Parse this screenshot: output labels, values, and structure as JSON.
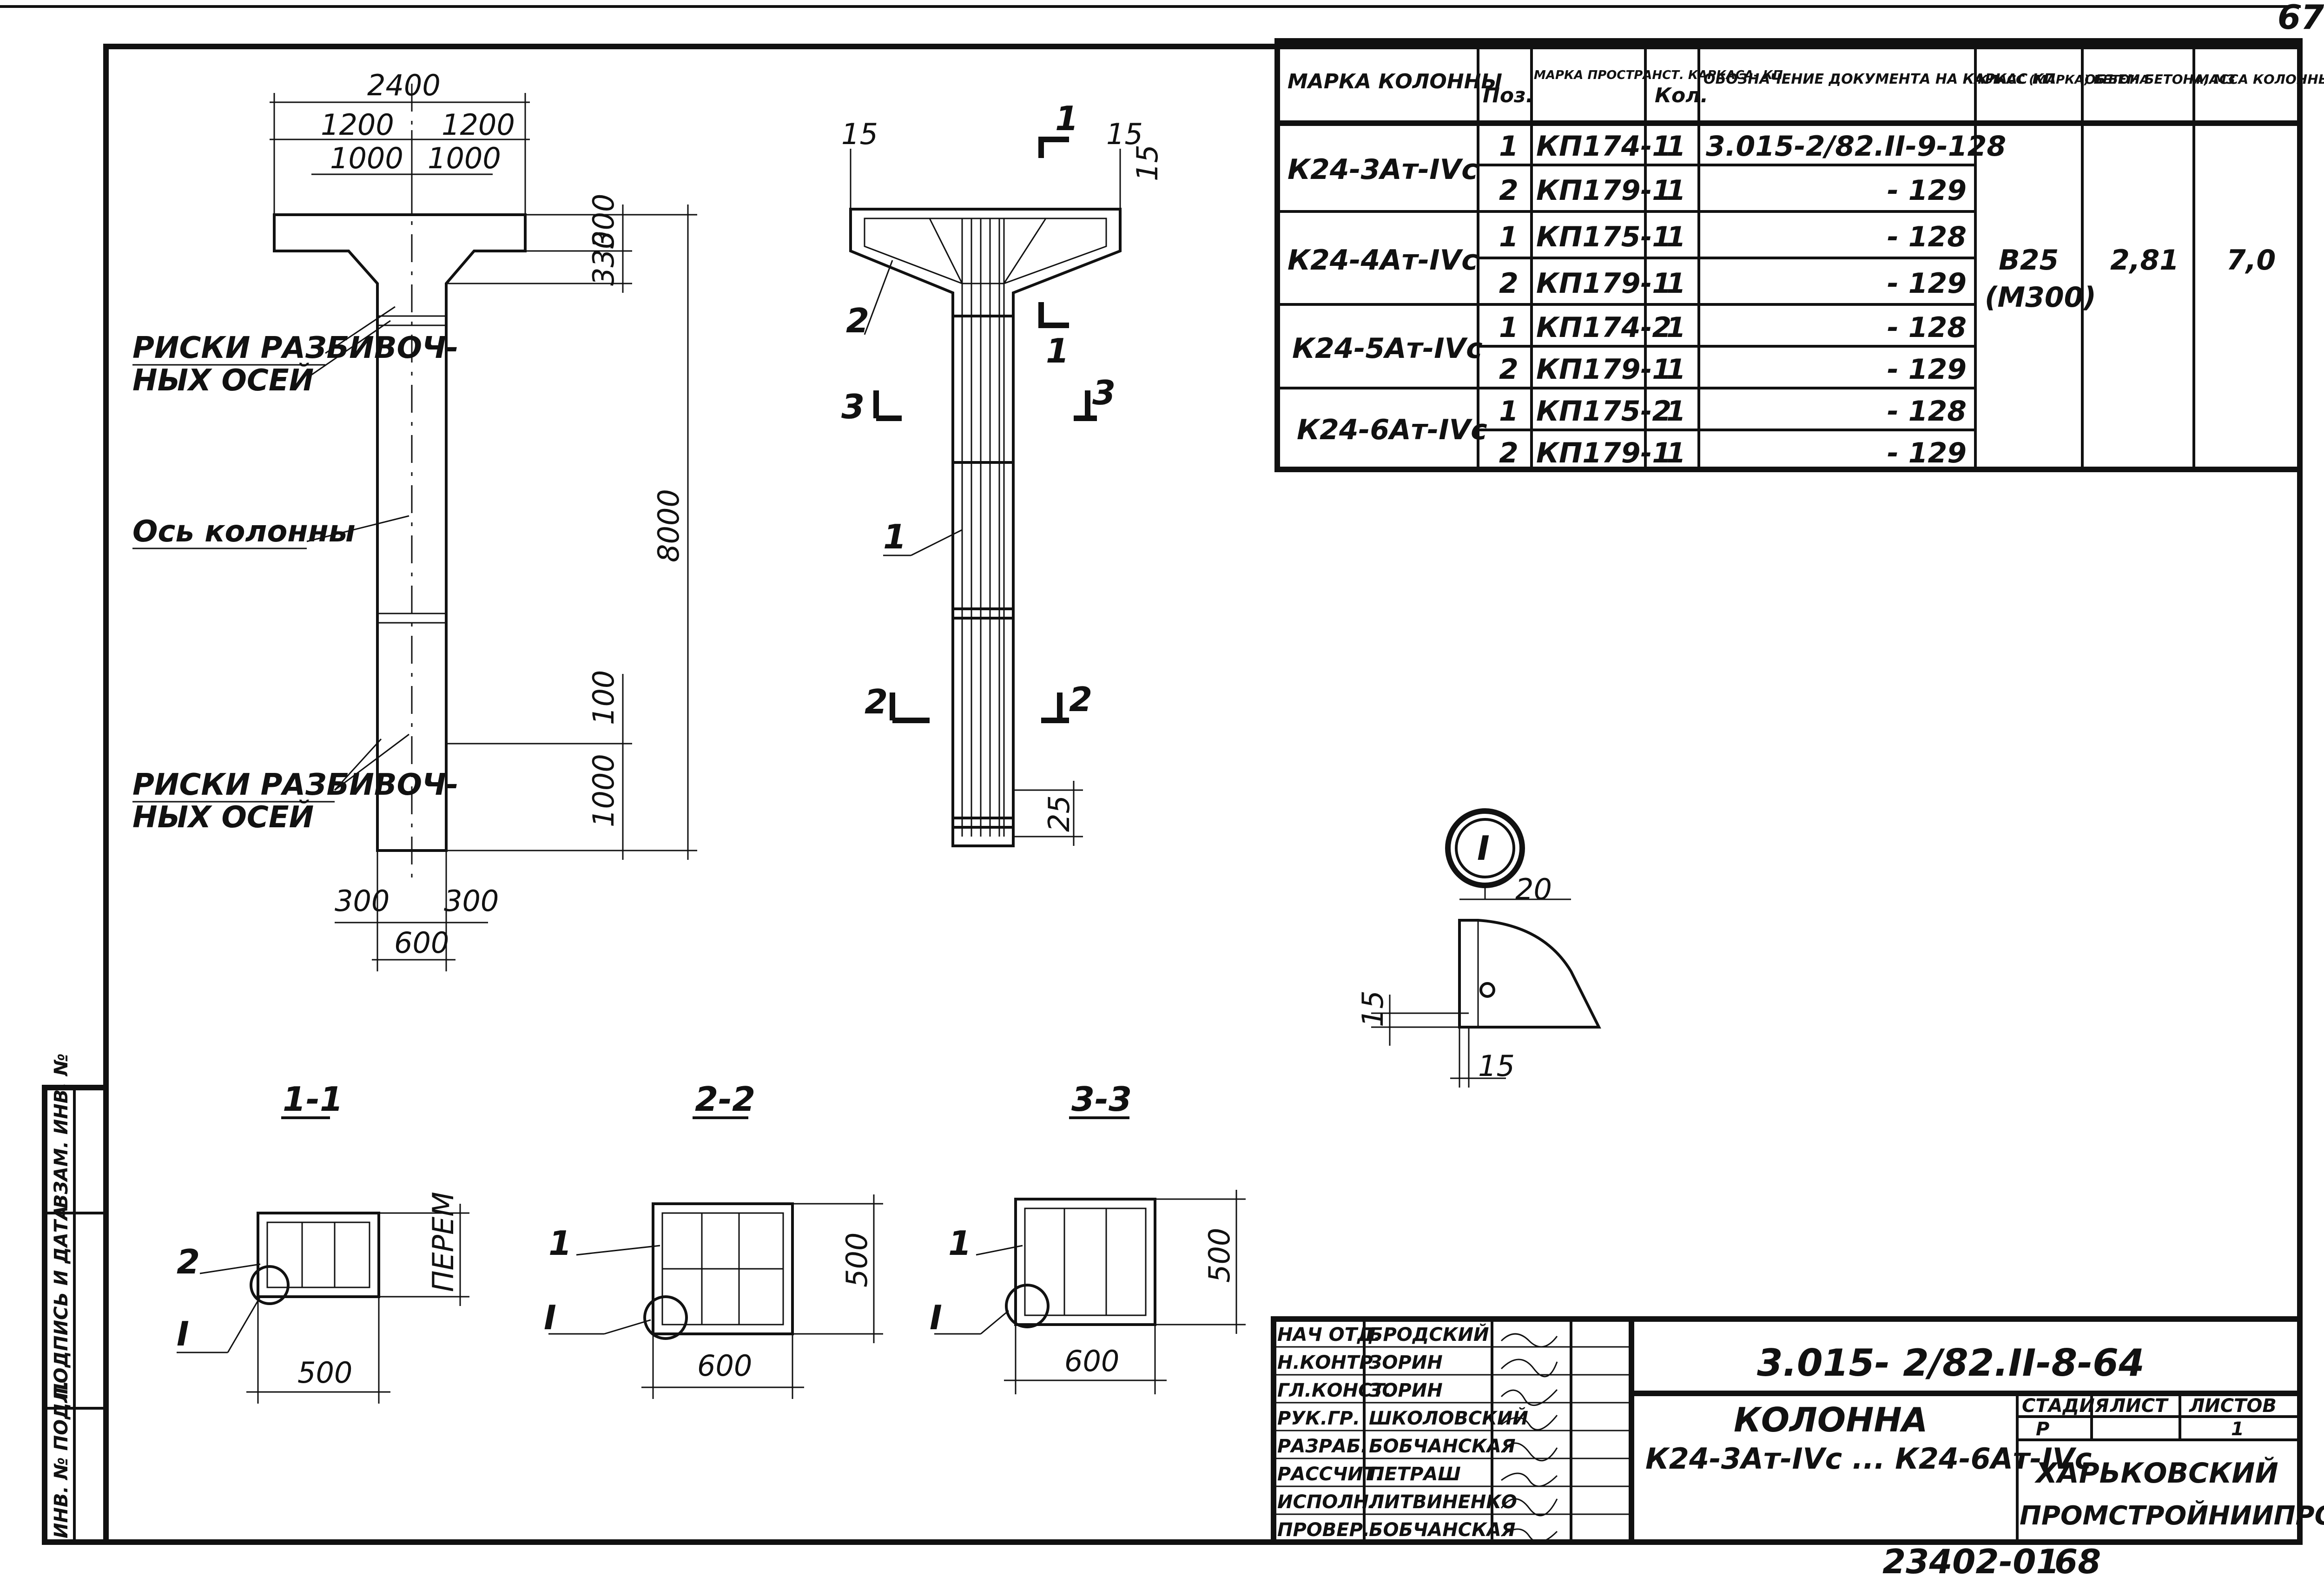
{
  "sheet": {
    "page_number": "67",
    "document_code": "3.015- 2/82.II-8-64",
    "archive_number": "23402-01",
    "archive_sheet": "68"
  },
  "elevation": {
    "dims": {
      "total_width": "2400",
      "half_left": "1200",
      "half_right": "1200",
      "inner_left": "1000",
      "inner_right": "1000",
      "cap_top": "300",
      "cap_slope": "330",
      "height": "8000",
      "mark_100": "100",
      "base_1000": "1000",
      "side_left": "300",
      "side_right": "300",
      "width_600": "600"
    },
    "labels": {
      "risks_top_1": "РИСКИ РАЗБИВОЧ-",
      "risks_top_2": "НЫХ ОСЕЙ",
      "axis": "Ось колонны",
      "risks_bot_1": "РИСКИ РАЗБИВОЧ-",
      "risks_bot_2": "НЫХ ОСЕЙ"
    }
  },
  "reinforcement": {
    "dim_15_left": "15",
    "dim_15_right": "15",
    "dim_15_side": "15",
    "cut_1_top": "1",
    "cut_1_bottom": "1",
    "pos_2": "2",
    "cut_3_left": "3",
    "cut_3_right": "3",
    "pos_1": "1",
    "cut_2_left": "2",
    "cut_2_right": "2",
    "dim_25": "25"
  },
  "detail": {
    "marker": "I",
    "dim_20": "20",
    "dim_15_a": "15",
    "dim_15_b": "15"
  },
  "sections": [
    {
      "title": "1-1",
      "width": "500",
      "height": "ПЕРЕМ",
      "pos": "2",
      "node": "I"
    },
    {
      "title": "2-2",
      "width": "600",
      "height": "500",
      "pos": "1",
      "node": "I"
    },
    {
      "title": "3-3",
      "width": "600",
      "height": "500",
      "pos": "1",
      "node": "I"
    }
  ],
  "spec_table": {
    "headers": {
      "mark": "МАРКА КОЛОННЫ",
      "pos": "Поз.",
      "frame": "МАРКА ПРОСТРАНСТ. КАРКАСА- КП",
      "qty": "Кол.",
      "doc": "ОБОЗНАЧЕНИЕ ДОКУМЕНТА НА КАРКАС КП",
      "class": "КЛАСС (МАРКА) БЕТОНА",
      "volume": "ОБЪЕМ БЕТОНА, М3",
      "mass": "МАССА КОЛОННЫ, Т"
    },
    "groups": [
      {
        "mark": "К24-3Ат-IVс",
        "rows": [
          {
            "pos": "1",
            "frame": "КП174-1",
            "qty": "1",
            "doc": "3.015-2/82.II-9-128"
          },
          {
            "pos": "2",
            "frame": "КП179-1",
            "qty": "1",
            "doc": "- 129"
          }
        ]
      },
      {
        "mark": "К24-4Ат-IVс",
        "rows": [
          {
            "pos": "1",
            "frame": "КП175-1",
            "qty": "1",
            "doc": "- 128"
          },
          {
            "pos": "2",
            "frame": "КП179-1",
            "qty": "1",
            "doc": "- 129"
          }
        ]
      },
      {
        "mark": "К24-5Ат-IVс",
        "rows": [
          {
            "pos": "1",
            "frame": "КП174-2",
            "qty": "1",
            "doc": "- 128"
          },
          {
            "pos": "2",
            "frame": "КП179-1",
            "qty": "1",
            "doc": "- 129"
          }
        ]
      },
      {
        "mark": "К24-6Ат-IVс",
        "rows": [
          {
            "pos": "1",
            "frame": "КП175-2",
            "qty": "1",
            "doc": "- 128"
          },
          {
            "pos": "2",
            "frame": "КП179-1",
            "qty": "1",
            "doc": "- 129"
          }
        ]
      }
    ],
    "concrete_class": "В25",
    "concrete_mark": "(М300)",
    "volume": "2,81",
    "mass": "7,0"
  },
  "stamp": {
    "roles": [
      {
        "role": "НАЧ ОТД.",
        "name": "БРОДСКИЙ"
      },
      {
        "role": "Н.КОНТР.",
        "name": "ЗОРИН"
      },
      {
        "role": "ГЛ.КОНСТ.",
        "name": "ЗОРИН"
      },
      {
        "role": "РУК.ГР.",
        "name": "ШКОЛОВСКИЙ"
      },
      {
        "role": "РАЗРАБ.",
        "name": "БОБЧАНСКАЯ"
      },
      {
        "role": "РАССЧИТ.",
        "name": "ПЕТРАШ"
      },
      {
        "role": "ИСПОЛН.",
        "name": "ЛИТВИНЕНКО"
      },
      {
        "role": "ПРОВЕР.",
        "name": "БОБЧАНСКАЯ"
      }
    ],
    "title_1": "КОЛОННА",
    "title_2": "К24-3Ат-IVс ... К24-6Ат-IVс",
    "stage_label": "СТАДИЯ",
    "sheet_label": "ЛИСТ",
    "sheets_label": "ЛИСТОВ",
    "stage": "Р",
    "sheet": "",
    "sheets": "1",
    "org_1": "ХАРЬКОВСКИЙ",
    "org_2": "ПРОМСТРОЙНИИПРОЕКТ"
  },
  "side_stamp": [
    "ИНВ. № ПОДЛ.",
    "ПОДПИСЬ И ДАТА",
    "ВЗАМ. ИНВ. №"
  ]
}
